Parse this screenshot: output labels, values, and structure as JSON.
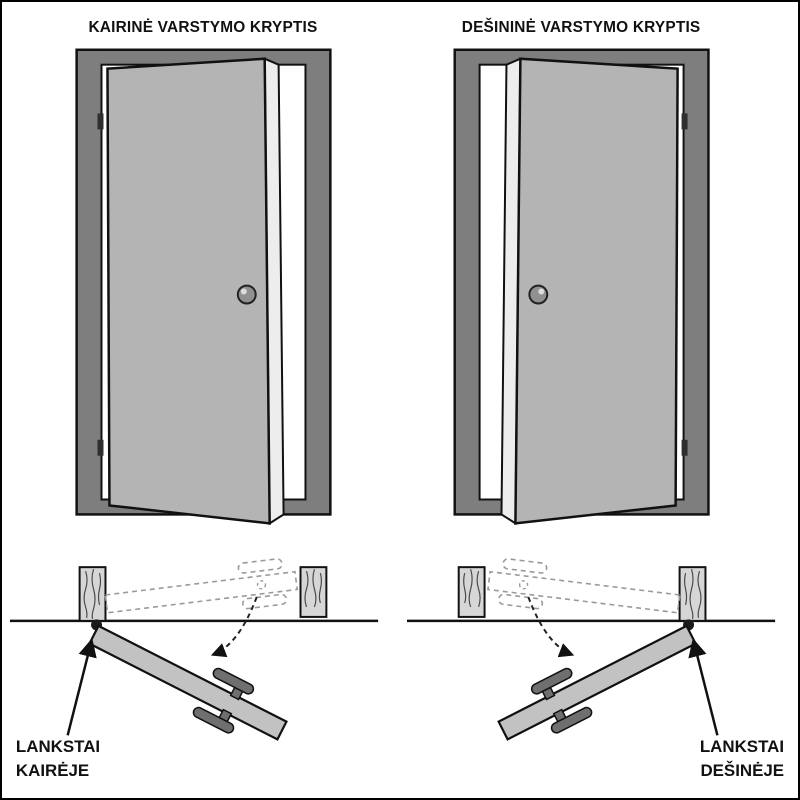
{
  "columns": {
    "left": {
      "title": "KAIRINĖ VARSTYMO KRYPTIS",
      "hinge_label": [
        "LANKSTAI",
        "KAIRĖJE"
      ]
    },
    "right": {
      "title": "DEŠININĖ VARSTYMO KRYPTIS",
      "hinge_label": [
        "LANKSTAI",
        "DEŠINĖJE"
      ]
    }
  },
  "colors": {
    "frame": "#7e7e7e",
    "door_face": "#b4b4b4",
    "door_edge": "#ededed",
    "plan_door": "#c2c2c2",
    "wall_post": "#d6d6d6",
    "handle": "#6f6f6f",
    "outline": "#111111",
    "dashed": "#9a9a9a"
  }
}
